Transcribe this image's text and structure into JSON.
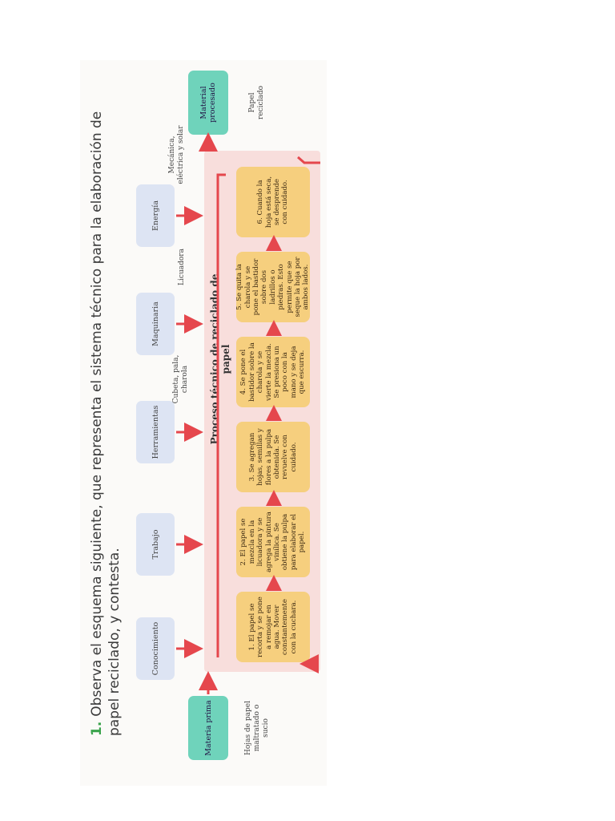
{
  "title": {
    "number": "1.",
    "text": "Observa el esquema siguiente, que representa el sistema técnico para la elaboración de papel reciclado, y contesta."
  },
  "inputs": [
    {
      "label": "Conocimiento",
      "note": ""
    },
    {
      "label": "Trabajo",
      "note": ""
    },
    {
      "label": "Herramientas",
      "note": "Cubeta, pala, charola"
    },
    {
      "label": "Maquinaria",
      "note": "Licuadora"
    },
    {
      "label": "Energía",
      "note": "Mecánica, eléctrica y solar"
    }
  ],
  "raw_material": {
    "label": "Materia prima",
    "note": "Hojas de papel maltratado o sucio"
  },
  "output": {
    "label": "Material procesado",
    "note": "Papel reciclado"
  },
  "process": {
    "title": "Proceso técnico de reciclado de papel",
    "steps": [
      "1. El papel se recorta y se pone a remojar en agua. Mover constantemente con la cuchara.",
      "2. El papel se mezcla en la licuadora y se agrega la pintura vinílica. Se obtiene la pulpa para elaborar el papel.",
      "3. Se agregan hojas, semillas y flores a la pulpa obtenida. Se revuelve con cuidado.",
      "4. Se pone el bastidor sobre la charola y se vierte la mezcla. Se presiona un poco con la mano y se deja que escurra.",
      "5. Se quita la charola y se pone el bastidor sobre dos ladrillos o piedras. Esto permite que se seque la hoja por ambos lados.",
      "6. Cuando la hoja está seca, se desprende con cuidado."
    ]
  },
  "colors": {
    "arrow": "#e5474d",
    "chip": "#dde4f3",
    "green": "#6fd3bb",
    "step": "#f6cf7e",
    "process_bg": "#f8dedc"
  }
}
